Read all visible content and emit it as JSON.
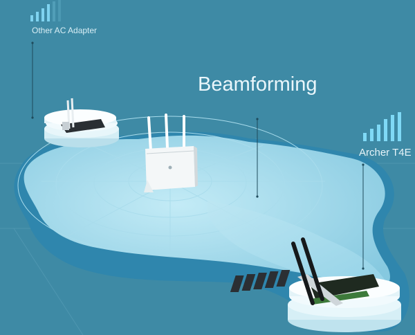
{
  "title": "Beamforming",
  "adapter_label": "Other AC Adapter",
  "archer_label": "Archer T4E",
  "colors": {
    "background": "#3e8aa5",
    "coverage_outer": "#2f86ad",
    "coverage_inner": "#8fd0e6",
    "beam": "#aee0ee",
    "text": "#e9f6fb"
  },
  "icons": [
    "signal-bars-icon",
    "router-icon",
    "pcie-adapter-icon"
  ]
}
